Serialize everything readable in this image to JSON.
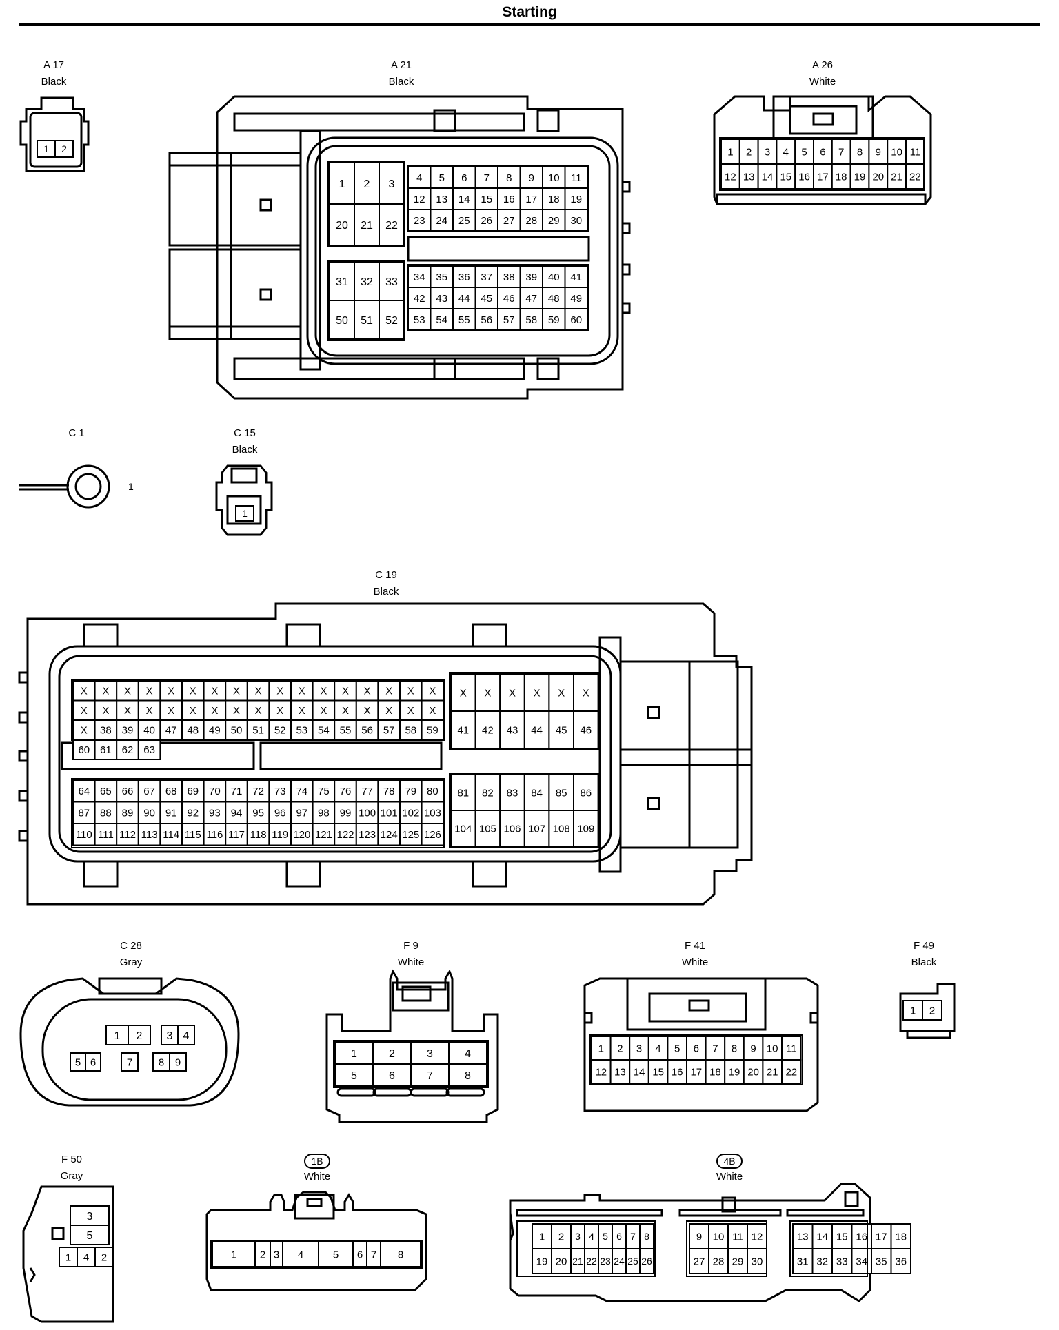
{
  "page": {
    "title": "Starting"
  },
  "connectors": {
    "A17": {
      "code": "A 17",
      "color": "Black",
      "pins": [
        "1",
        "2"
      ]
    },
    "A21": {
      "code": "A 21",
      "color": "Black",
      "grid_left_top": [
        "1",
        "2",
        "3",
        "20",
        "21",
        "22"
      ],
      "grid_right_top": [
        "4",
        "5",
        "6",
        "7",
        "8",
        "9",
        "10",
        "11",
        "12",
        "13",
        "14",
        "15",
        "16",
        "17",
        "18",
        "19",
        "23",
        "24",
        "25",
        "26",
        "27",
        "28",
        "29",
        "30"
      ],
      "grid_left_bottom": [
        "31",
        "32",
        "33",
        "50",
        "51",
        "52"
      ],
      "grid_right_bottom": [
        "34",
        "35",
        "36",
        "37",
        "38",
        "39",
        "40",
        "41",
        "42",
        "43",
        "44",
        "45",
        "46",
        "47",
        "48",
        "49",
        "53",
        "54",
        "55",
        "56",
        "57",
        "58",
        "59",
        "60"
      ]
    },
    "A26": {
      "code": "A 26",
      "color": "White",
      "pins": [
        "1",
        "2",
        "3",
        "4",
        "5",
        "6",
        "7",
        "8",
        "9",
        "10",
        "11",
        "12",
        "13",
        "14",
        "15",
        "16",
        "17",
        "18",
        "19",
        "20",
        "21",
        "22"
      ]
    },
    "C1": {
      "code": "C 1",
      "pin": "1"
    },
    "C15": {
      "code": "C 15",
      "color": "Black",
      "pin": "1"
    },
    "C19": {
      "code": "C 19",
      "color": "Black",
      "grid_left_top": [
        "X",
        "X",
        "X",
        "X",
        "X",
        "X",
        "X",
        "X",
        "X",
        "X",
        "X",
        "X",
        "X",
        "X",
        "X",
        "X",
        "X",
        "X",
        "X",
        "X",
        "X",
        "X",
        "X",
        "X",
        "X",
        "X",
        "X",
        "X",
        "X",
        "X",
        "X",
        "X",
        "X",
        "X",
        "X",
        "38",
        "39",
        "40",
        "47",
        "48",
        "49",
        "50",
        "51",
        "52",
        "53",
        "54",
        "55",
        "56",
        "57",
        "58",
        "59",
        "60",
        "61",
        "62",
        "63"
      ],
      "grid_right_top": [
        "X",
        "X",
        "X",
        "X",
        "X",
        "X",
        "41",
        "42",
        "43",
        "44",
        "45",
        "46"
      ],
      "grid_left_bottom": [
        "64",
        "65",
        "66",
        "67",
        "68",
        "69",
        "70",
        "71",
        "72",
        "73",
        "74",
        "75",
        "76",
        "77",
        "78",
        "79",
        "80",
        "87",
        "88",
        "89",
        "90",
        "91",
        "92",
        "93",
        "94",
        "95",
        "96",
        "97",
        "98",
        "99",
        "100",
        "101",
        "102",
        "103",
        "110",
        "111",
        "112",
        "113",
        "114",
        "115",
        "116",
        "117",
        "118",
        "119",
        "120",
        "121",
        "122",
        "123",
        "124",
        "125",
        "126"
      ],
      "grid_right_bottom": [
        "81",
        "82",
        "83",
        "84",
        "85",
        "86",
        "104",
        "105",
        "106",
        "107",
        "108",
        "109"
      ]
    },
    "C28": {
      "code": "C 28",
      "color": "Gray",
      "pins": [
        "1",
        "2",
        "3",
        "4",
        "5",
        "6",
        "7",
        "8",
        "9"
      ]
    },
    "F9": {
      "code": "F 9",
      "color": "White",
      "pins": [
        "1",
        "2",
        "3",
        "4",
        "5",
        "6",
        "7",
        "8"
      ]
    },
    "F41": {
      "code": "F 41",
      "color": "White",
      "pins": [
        "1",
        "2",
        "3",
        "4",
        "5",
        "6",
        "7",
        "8",
        "9",
        "10",
        "11",
        "12",
        "13",
        "14",
        "15",
        "16",
        "17",
        "18",
        "19",
        "20",
        "21",
        "22"
      ]
    },
    "F49": {
      "code": "F 49",
      "color": "Black",
      "pins": [
        "1",
        "2"
      ]
    },
    "F50": {
      "code": "F 50",
      "color": "Gray",
      "pins": [
        "3",
        "5",
        "1",
        "4",
        "2"
      ]
    },
    "J1B": {
      "code": "1B",
      "color": "White",
      "pins": [
        "1",
        "2",
        "3",
        "4",
        "5",
        "6",
        "7",
        "8"
      ]
    },
    "J4B": {
      "code": "4B",
      "color": "White",
      "pins": [
        "1",
        "2",
        "3",
        "4",
        "5",
        "6",
        "7",
        "8",
        "19",
        "20",
        "21",
        "22",
        "23",
        "24",
        "25",
        "26",
        "9",
        "10",
        "11",
        "12",
        "27",
        "28",
        "29",
        "30",
        "13",
        "14",
        "15",
        "16",
        "17",
        "18",
        "31",
        "32",
        "33",
        "34",
        "35",
        "36"
      ]
    }
  }
}
